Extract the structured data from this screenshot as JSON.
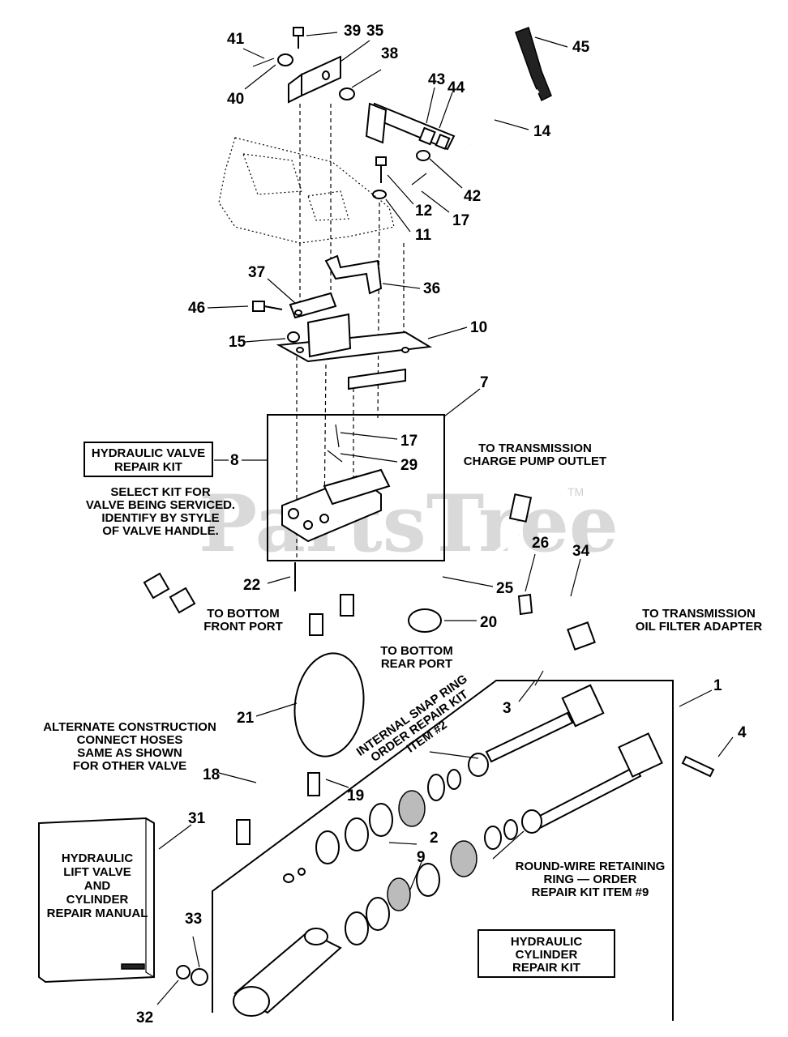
{
  "watermark": {
    "text": "PartsTree",
    "tm": "TM"
  },
  "boxes": {
    "valve_kit": [
      "HYDRAULIC VALVE",
      "REPAIR KIT"
    ],
    "manual": [
      "HYDRAULIC",
      "LIFT VALVE",
      "AND",
      "CYLINDER",
      "REPAIR MANUAL"
    ],
    "cylinder_kit": [
      "HYDRAULIC",
      "CYLINDER",
      "REPAIR KIT"
    ]
  },
  "notes": {
    "select_kit": [
      "SELECT KIT FOR",
      "VALVE BEING SERVICED.",
      "IDENTIFY BY STYLE",
      "OF VALVE HANDLE."
    ],
    "charge_pump": [
      "TO TRANSMISSION",
      "CHARGE PUMP OUTLET"
    ],
    "oil_filter": [
      "TO TRANSMISSION",
      "OIL FILTER ADAPTER"
    ],
    "bottom_front": [
      "TO BOTTOM",
      "FRONT PORT"
    ],
    "bottom_rear": [
      "TO BOTTOM",
      "REAR PORT"
    ],
    "alternate": [
      "ALTERNATE CONSTRUCTION",
      "CONNECT HOSES",
      "SAME AS SHOWN",
      "FOR OTHER VALVE"
    ],
    "snap_ring": [
      "INTERNAL SNAP RING",
      "ORDER REPAIR KIT",
      "ITEM #2"
    ],
    "round_wire": [
      "ROUND-WIRE RETAINING",
      "RING — ORDER",
      "REPAIR KIT ITEM #9"
    ]
  },
  "callouts": [
    "41",
    "39",
    "35",
    "38",
    "40",
    "45",
    "43",
    "44",
    "14",
    "42",
    "12",
    "17",
    "11",
    "37",
    "36",
    "46",
    "10",
    "15",
    "7",
    "8",
    "17",
    "29",
    "26",
    "34",
    "22",
    "25",
    "20",
    "1",
    "3",
    "4",
    "21",
    "18",
    "19",
    "2",
    "9",
    "31",
    "33",
    "32"
  ]
}
